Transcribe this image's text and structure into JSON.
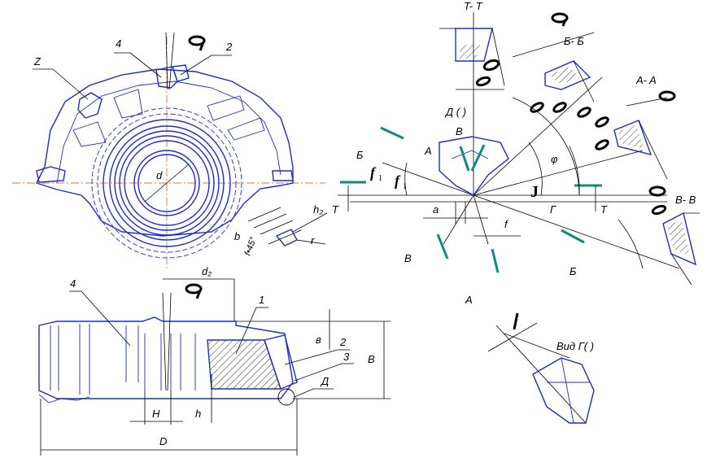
{
  "labels": {
    "z": "Z",
    "n4_top": "4",
    "n2_top": "2",
    "d_inner": "d",
    "h2": "h₂",
    "b": "b",
    "f45": "f•45°",
    "r": "r",
    "tt": "T- T",
    "bb": "Б- Б",
    "aa": "A- A",
    "vv": "B- B",
    "d_view": "Д (   )",
    "v_small": "B",
    "a_small": "A",
    "b_left": "Б",
    "t_left": "T",
    "t_right": "T",
    "a_dim": "a",
    "f_dim": "f",
    "g_dim": "Г",
    "phi": "φ",
    "v_bottom": "B",
    "b_bottom": "Б",
    "a_bottom": "A",
    "d2": "d₂",
    "n4_bot": "4",
    "n1": "1",
    "n2_bot": "2",
    "n3": "3",
    "d_letter": "Д",
    "v_dim": "в",
    "B_dim": "B",
    "H": "H",
    "h": "h",
    "D": "D",
    "vid_g": "Вид Г(   )"
  }
}
